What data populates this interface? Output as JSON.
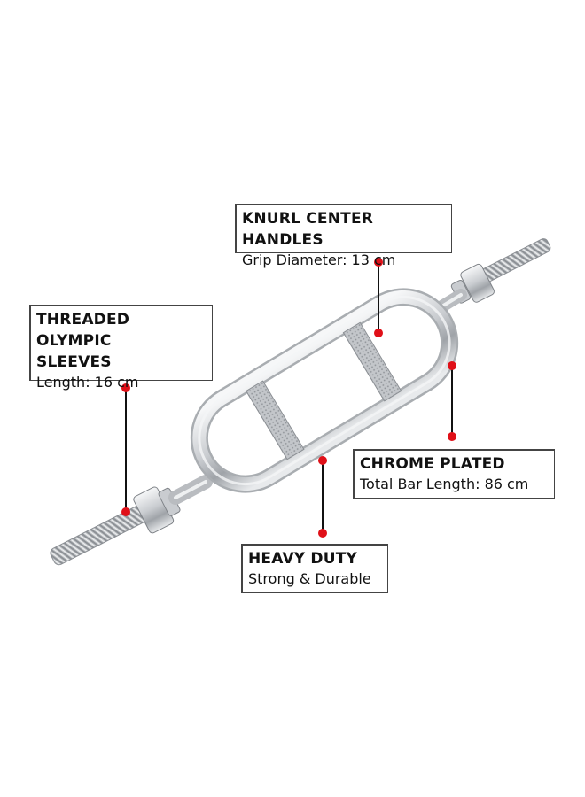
{
  "product": {
    "image_name": "tricep-hammer-bar-icon",
    "finish_color": "#d9dcdf"
  },
  "callouts": {
    "knurl": {
      "title": "KNURL CENTER HANDLES",
      "sub": "Grip Diameter: 13 cm"
    },
    "threaded": {
      "title": "THREADED OLYMPIC\nSLEEVES",
      "sub": "Length: 16 cm"
    },
    "chrome": {
      "title": "CHROME PLATED",
      "sub": "Total Bar Length: 86 cm"
    },
    "heavy": {
      "title": "HEAVY DUTY",
      "sub": "Strong & Durable"
    }
  },
  "marker_color": "#e01018"
}
